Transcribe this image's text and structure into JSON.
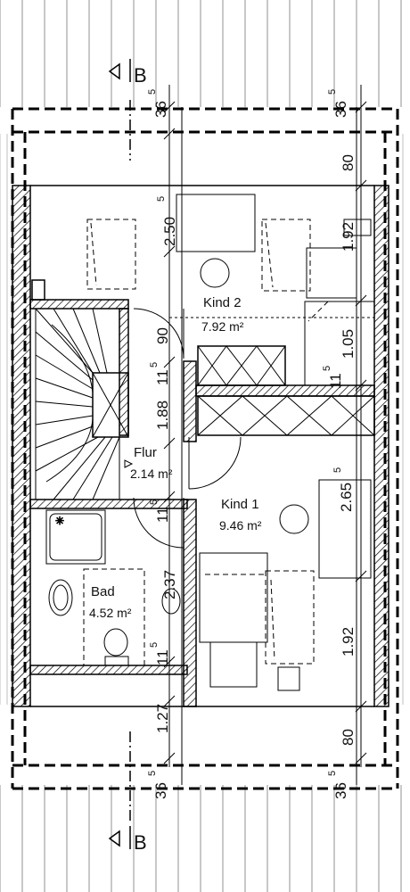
{
  "plan": {
    "rooms": {
      "kind2": {
        "name": "Kind 2",
        "area": "7.92 m²"
      },
      "kind1": {
        "name": "Kind 1",
        "area": "9.46 m²"
      },
      "flur": {
        "name": "Flur",
        "area": "2.14 m²"
      },
      "bad": {
        "name": "Bad",
        "area": "4.52 m²"
      }
    },
    "dimensions": {
      "top_left": "36",
      "top_left_sup": "5",
      "top_right": "36",
      "top_right_sup": "5",
      "bottom_left": "36",
      "bottom_left_sup": "5",
      "bottom_right": "36",
      "bottom_right_sup": "5",
      "right_top_80": "80",
      "right_bottom_80": "80",
      "kind2_height": "2.50",
      "kind2_height_sup": "5",
      "right_192_top": "1.92",
      "right_105": "1.05",
      "right_11_top": "11",
      "right_11_top_sup": "5",
      "mid_90": "90",
      "mid_11_a": "11",
      "mid_11_a_sup": "5",
      "mid_188": "1.88",
      "mid_11_b": "11",
      "mid_11_b_sup": "5",
      "kind1_height": "2.65",
      "kind1_height_sup": "5",
      "bad_237": "2.37",
      "bad_11": "11",
      "bad_11_sup": "5",
      "right_192_bottom": "1.92",
      "bottom_127": "1.27"
    },
    "section_marks": {
      "top": "B",
      "bottom": "B"
    }
  }
}
